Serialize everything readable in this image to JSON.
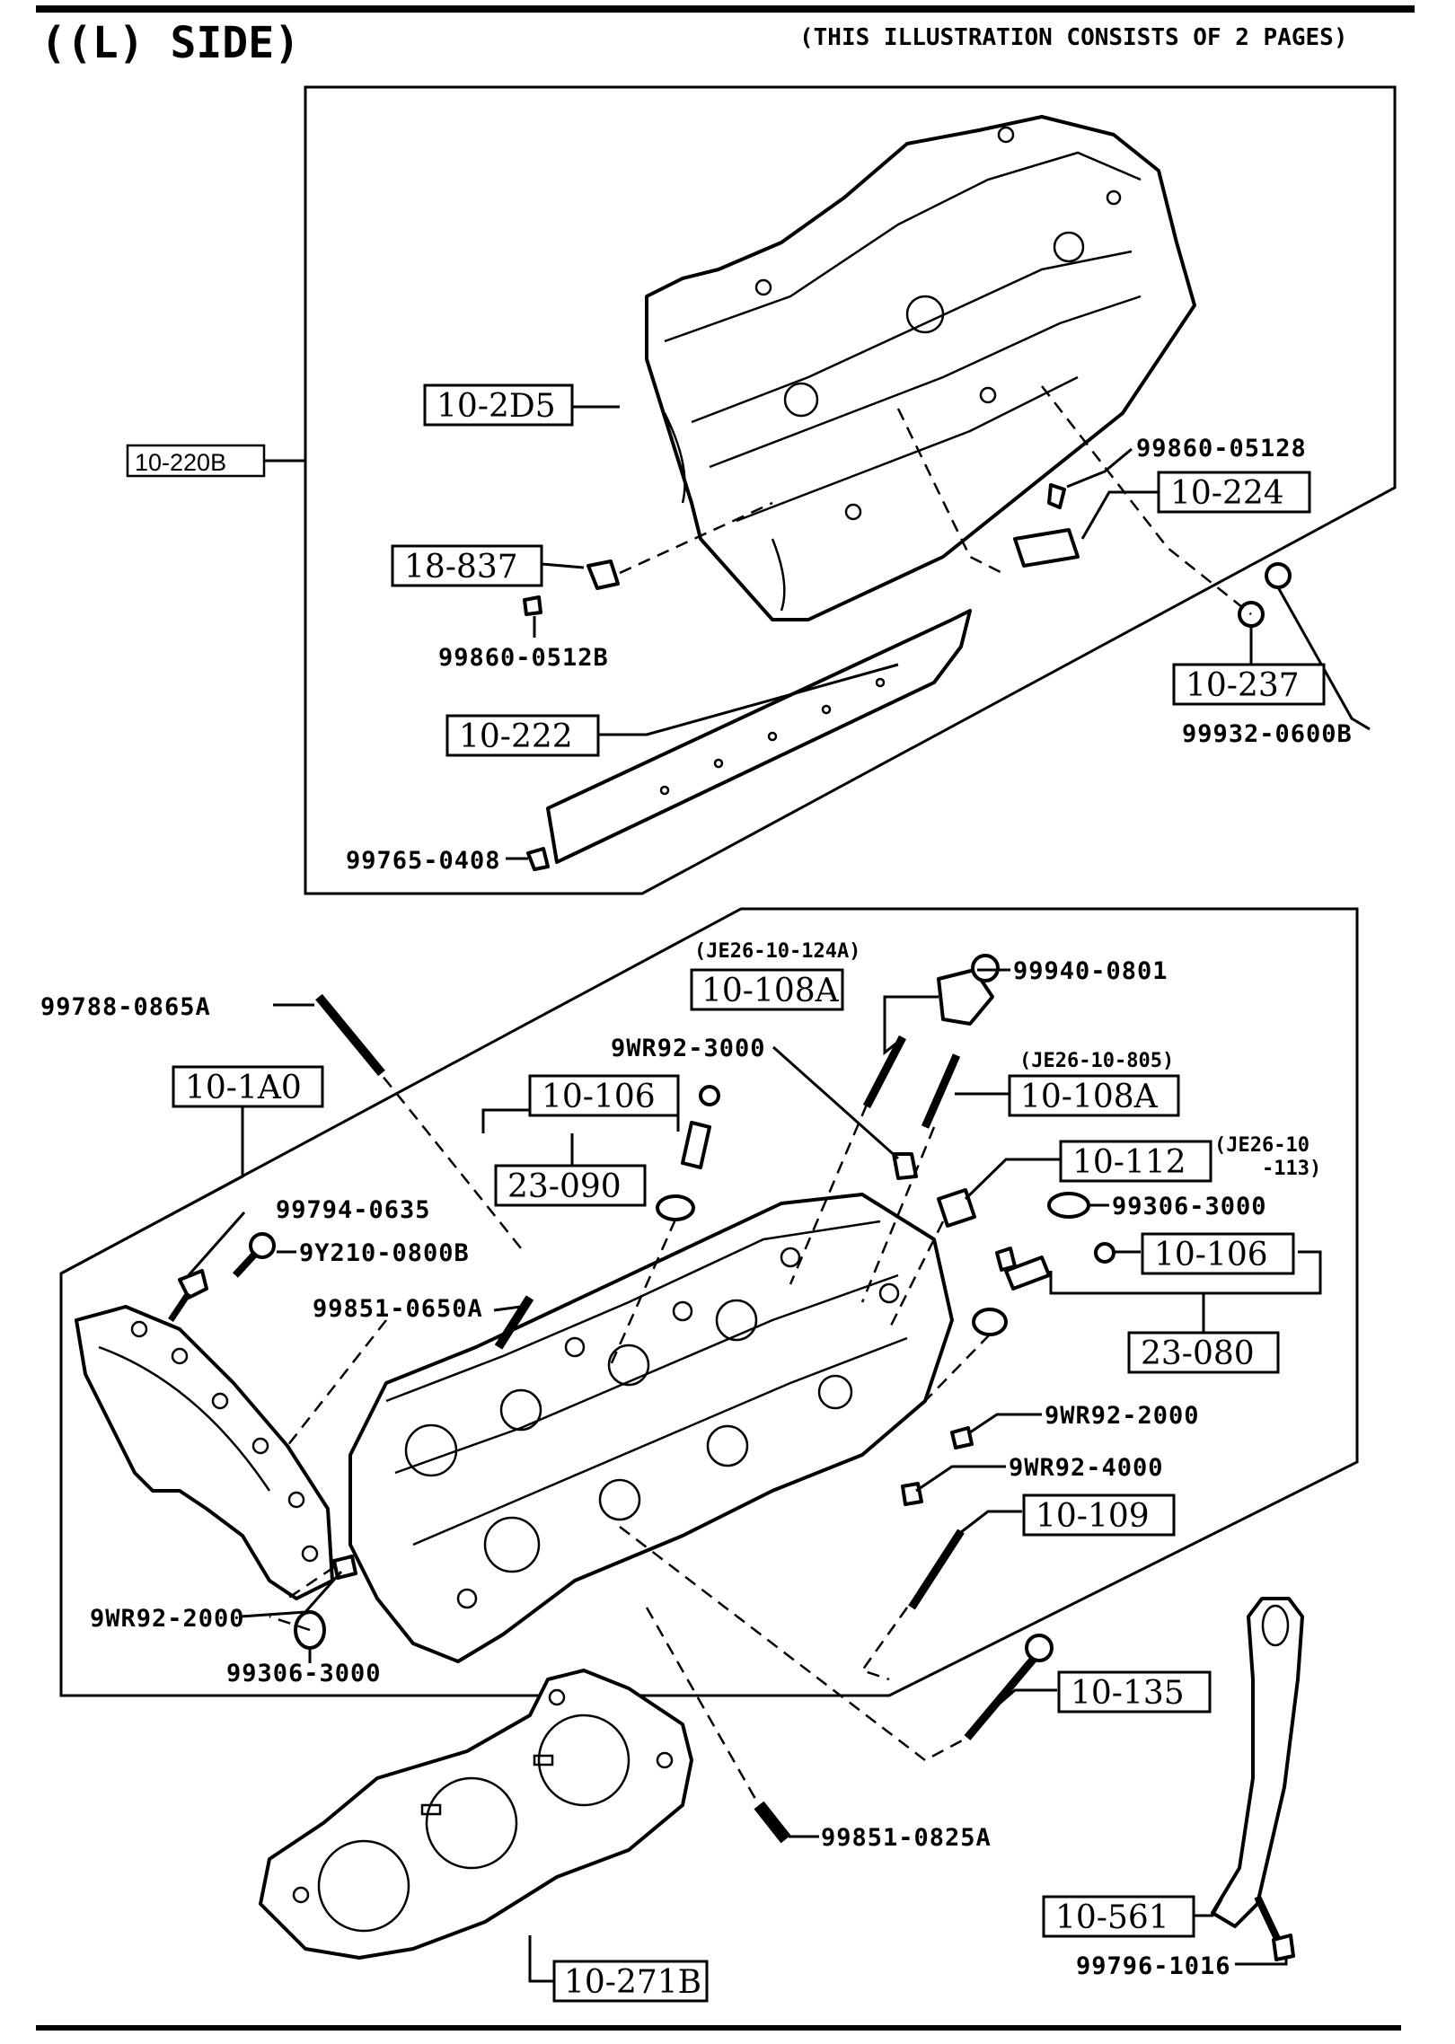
{
  "header": {
    "title": "((L) SIDE)",
    "note": "(THIS ILLUSTRATION CONSISTS OF  2 PAGES)"
  },
  "group_label": "10-220B",
  "callouts": {
    "c_10_2D5": "10-2D5",
    "c_18_837": "18-837",
    "c_99860_05128_top": "99860-05128",
    "c_99860_0512B": "99860-0512B",
    "c_10_224": "10-224",
    "c_10_237": "10-237",
    "c_99932_0600B": "99932-0600B",
    "c_10_222": "10-222",
    "c_99765_0408": "99765-0408",
    "c_99788_0865A": "99788-0865A",
    "c_10_1A0": "10-1A0",
    "c_JE26_124A": "(JE26-10-124A)",
    "c_10_108A_a": "10-108A",
    "c_99940_0801": "99940-0801",
    "c_9WR92_3000": "9WR92-3000",
    "c_JE26_805": "(JE26-10-805)",
    "c_10_108A_b": "10-108A",
    "c_10_106_a": "10-106",
    "c_23_090": "23-090",
    "c_10_112": "10-112",
    "c_JE26_113a": "(JE26-10",
    "c_JE26_113b": "-113)",
    "c_99306_3000_a": "99306-3000",
    "c_99794_0635": "99794-0635",
    "c_9Y210_0800B": "9Y210-0800B",
    "c_10_106_b": "10-106",
    "c_99851_0650A": "99851-0650A",
    "c_23_080": "23-080",
    "c_9WR92_2000_a": "9WR92-2000",
    "c_9WR92_4000": "9WR92-4000",
    "c_10_109": "10-109",
    "c_9WR92_2000_b": "9WR92-2000",
    "c_99306_3000_b": "99306-3000",
    "c_10_135": "10-135",
    "c_99851_0825A": "99851-0825A",
    "c_10_561": "10-561",
    "c_99796_1016": "99796-1016",
    "c_10_271B": "10-271B"
  }
}
